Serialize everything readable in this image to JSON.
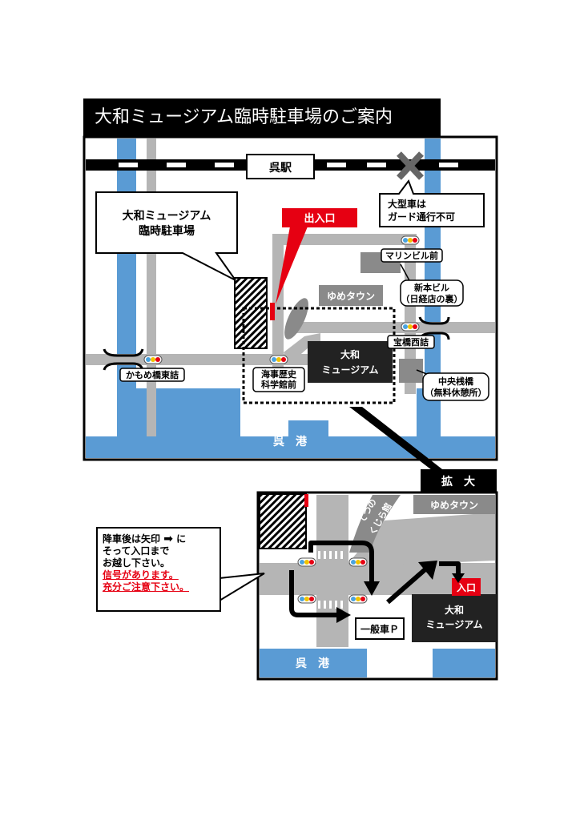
{
  "title": "大和ミュージアム臨時駐車場のご案内",
  "colors": {
    "water": "#5a9bd4",
    "road": "#b5b5b5",
    "building_gray": "#8a8a8a",
    "museum": "#222222",
    "entrance_red": "#e60012"
  },
  "top_map": {
    "station": "呉駅",
    "parking_callout": [
      "大和ミュージアム",
      "臨時駐車場"
    ],
    "entrance": "出入口",
    "large_vehicle_note": [
      "大型車は",
      "ガード通行不可"
    ],
    "marine_building": "マリンビル前",
    "yume_town": "ゆめタウン",
    "shinmoto_building": [
      "新本ビル",
      "（日経店の裏）"
    ],
    "takarabashi": "宝橋西詰",
    "kamome": "かもめ橋東詰",
    "maritime_museum": [
      "海事歴史",
      "科学館前"
    ],
    "yamato_museum": [
      "大和",
      "ミュージアム"
    ],
    "central_pier": [
      "中央桟橋",
      "（無料休憩所）"
    ],
    "port": "呉　港"
  },
  "zoom_map": {
    "zoom_label": "拡　大",
    "tetsu_no_kujira": [
      "てつの",
      "くじら館"
    ],
    "yume_town": "ゆめタウン",
    "entrance": "入口",
    "general_parking": "一般車Ｐ",
    "yamato_museum": [
      "大和",
      "ミュージアム"
    ],
    "port": "呉　港"
  },
  "note": {
    "line1": "降車後は矢印",
    "line1_after": "に",
    "line2": "そって入口まで",
    "line3": "お越し下さい。",
    "warn1": "信号があります。",
    "warn2": "充分ご注意下さい。"
  }
}
